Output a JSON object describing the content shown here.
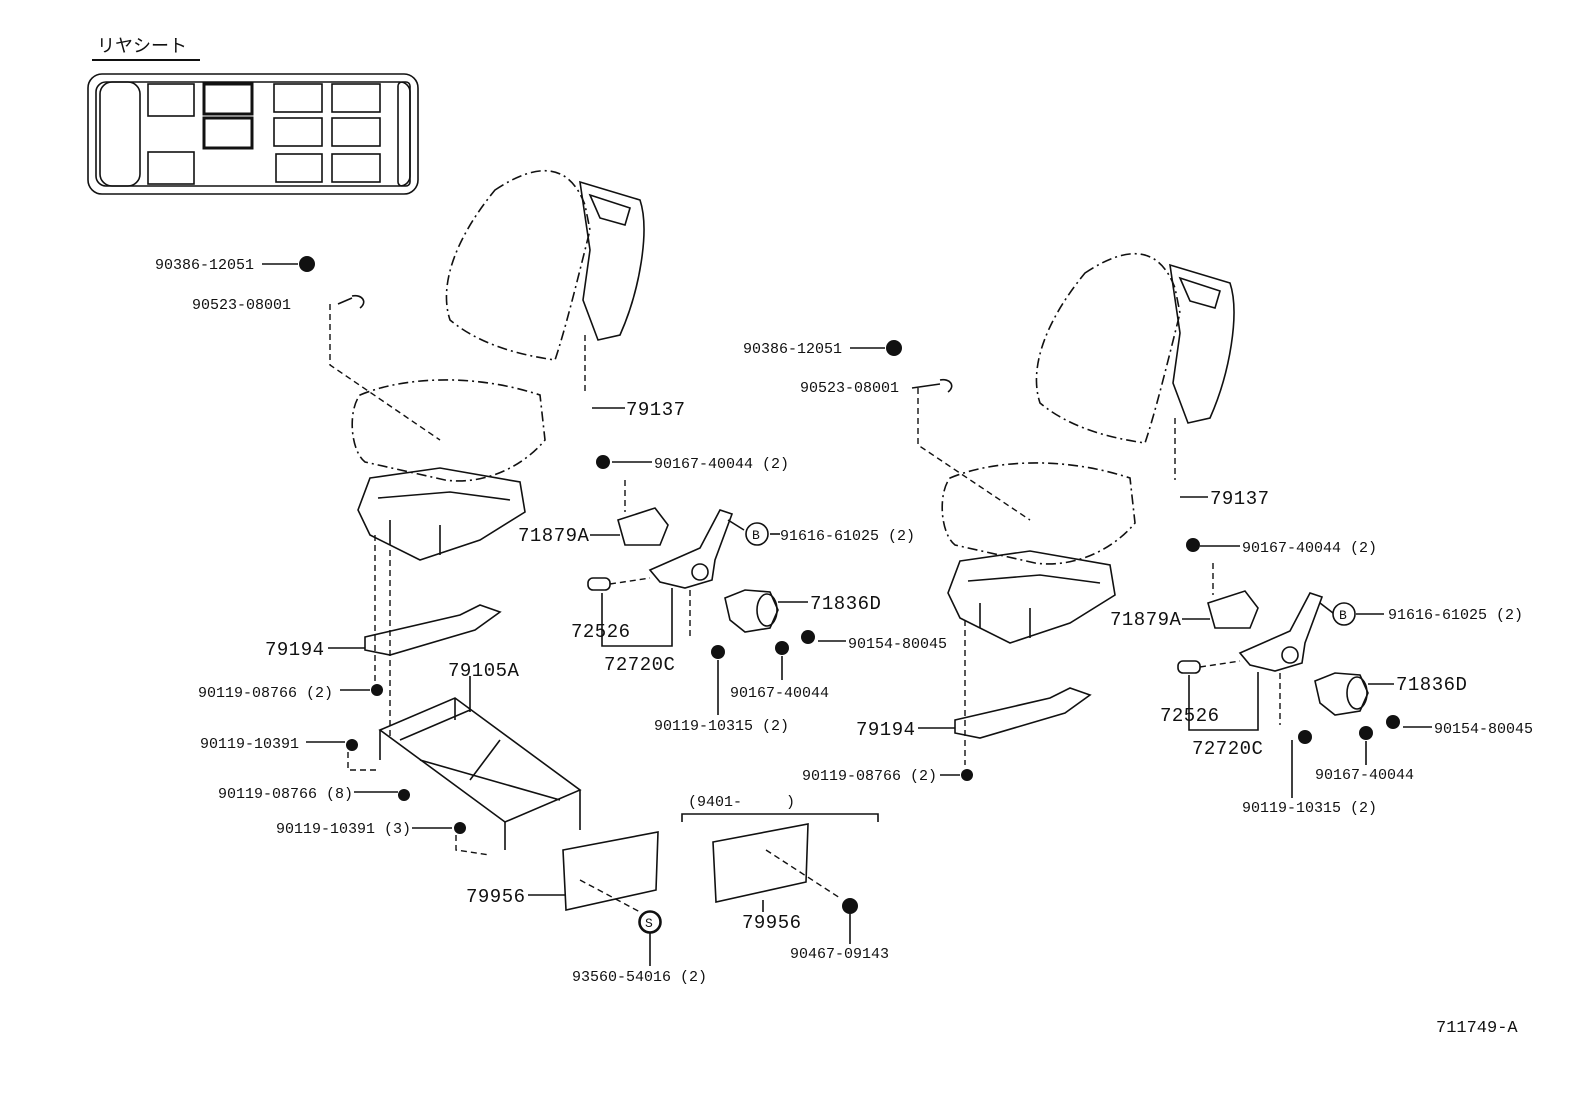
{
  "inset": {
    "title": "リヤシート"
  },
  "footer": {
    "figure_code": "711749-A"
  },
  "labels": {
    "l_90386_12051": "90386-12051",
    "l_90523_08001": "90523-08001",
    "l_79137": "79137",
    "l_90167_40044_2": "90167-40044 (2)",
    "l_71879A": "71879A",
    "l_b_circle": "B",
    "l_91616_61025_2": "91616-61025 (2)",
    "l_71836D": "71836D",
    "l_72526": "72526",
    "l_72720C": "72720C",
    "l_90154_80045": "90154-80045",
    "l_90167_40044": "90167-40044",
    "l_90119_10315_2": "90119-10315 (2)",
    "l_79194": "79194",
    "l_79105A": "79105A",
    "l_90119_08766_2": "90119-08766 (2)",
    "l_90119_10391": "90119-10391",
    "l_90119_08766_8": "90119-08766 (8)",
    "l_90119_10391_3": "90119-10391 (3)",
    "l_79956": "79956",
    "l_s_circle": "S",
    "l_93560_54016_2": "93560-54016 (2)",
    "l_9401": "(9401-",
    "l_paren_close": ")",
    "l_90467_09143": "90467-09143",
    "r_90386_12051": "90386-12051",
    "r_90523_08001": "90523-08001",
    "r_79137": "79137",
    "r_90167_40044_2": "90167-40044 (2)",
    "r_71879A": "71879A",
    "r_b_circle": "B",
    "r_91616_61025_2": "91616-61025 (2)",
    "r_71836D": "71836D",
    "r_72526": "72526",
    "r_72720C": "72720C",
    "r_90154_80045": "90154-80045",
    "r_90167_40044": "90167-40044",
    "r_90119_10315_2": "90119-10315 (2)",
    "r_79194": "79194",
    "r_90119_08766_2": "90119-08766 (2)"
  }
}
